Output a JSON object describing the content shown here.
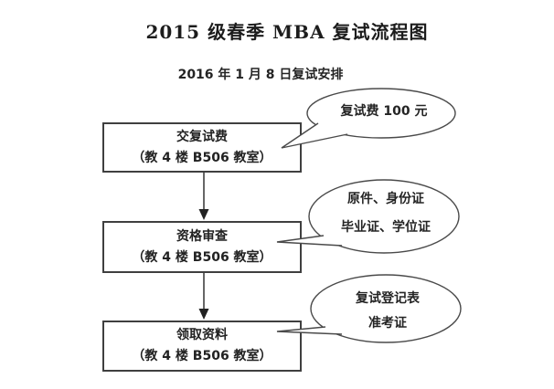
{
  "page": {
    "title": "2015 级春季 MBA 复试流程图",
    "subtitle": "2016 年 1 月 8 日复试安排"
  },
  "flow": {
    "steps": [
      {
        "name": "交复试费",
        "location": "（教 4 楼 B506 教室）"
      },
      {
        "name": "资格审查",
        "location": "（教 4 楼 B506 教室）"
      },
      {
        "name": "领取资料",
        "location": "（教 4 楼 B506 教室）"
      }
    ],
    "callouts": [
      {
        "lines": [
          "复试费 100 元",
          ""
        ]
      },
      {
        "lines": [
          "原件、身份证",
          "毕业证、学位证"
        ]
      },
      {
        "lines": [
          "复试登记表",
          "准考证"
        ]
      }
    ]
  },
  "colors": {
    "line": "#3f3f3f",
    "text": "#1f1f1f",
    "background": "#ffffff"
  }
}
